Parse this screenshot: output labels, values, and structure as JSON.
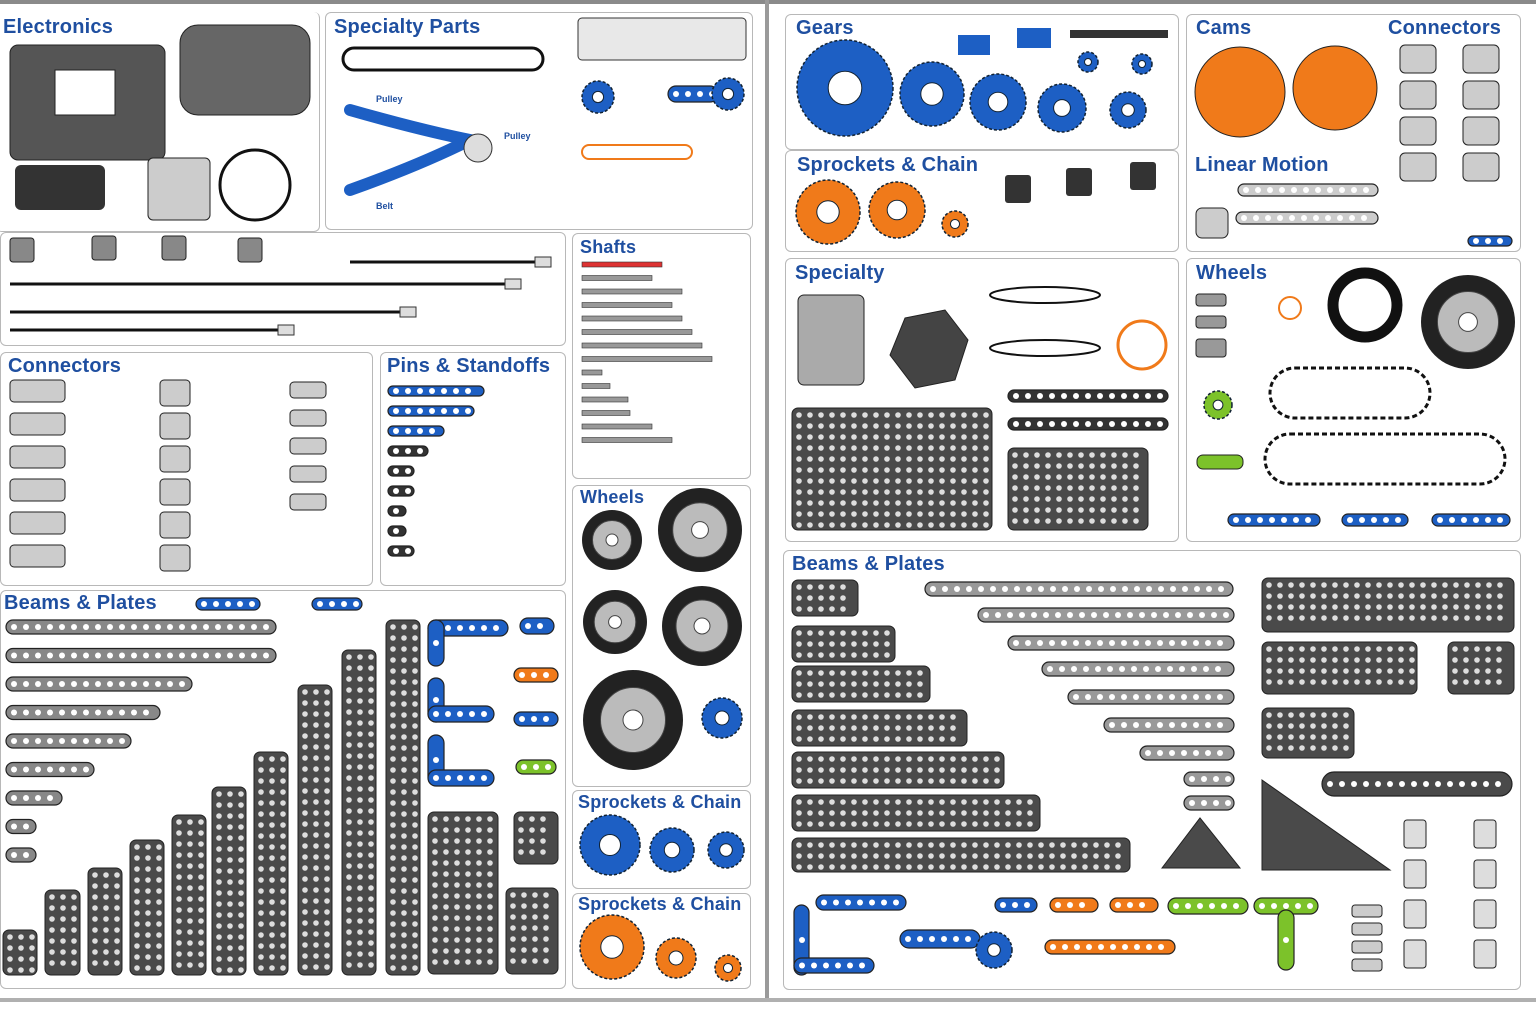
{
  "poster": {
    "left": {
      "electronics": {
        "title": "Electronics"
      },
      "specialty_parts": {
        "title": "Specialty Parts",
        "labels": [
          "Pulley",
          "Pulley",
          "Belt"
        ]
      },
      "shafts": {
        "title": "Shafts"
      },
      "connectors": {
        "title": "Connectors"
      },
      "pins_standoffs": {
        "title": "Pins & Standoffs"
      },
      "wheels": {
        "title": "Wheels"
      },
      "beams_plates": {
        "title": "Beams & Plates"
      },
      "sprockets_chain_1": {
        "title": "Sprockets & Chain"
      },
      "sprockets_chain_2": {
        "title": "Sprockets & Chain"
      }
    },
    "right": {
      "gears": {
        "title": "Gears"
      },
      "cams": {
        "title": "Cams"
      },
      "connectors": {
        "title": "Connectors"
      },
      "sprockets_chain": {
        "title": "Sprockets & Chain"
      },
      "linear_motion": {
        "title": "Linear Motion"
      },
      "specialty": {
        "title": "Specialty"
      },
      "wheels": {
        "title": "Wheels"
      },
      "beams_plates": {
        "title": "Beams & Plates"
      }
    }
  },
  "colors": {
    "title_blue": "#1f4fa0",
    "part_blue": "#1d5fc4",
    "part_orange": "#f07a1a",
    "part_green": "#7cc22a",
    "part_gray": "#4a4a4a",
    "panel_border": "#b8b8b8"
  }
}
